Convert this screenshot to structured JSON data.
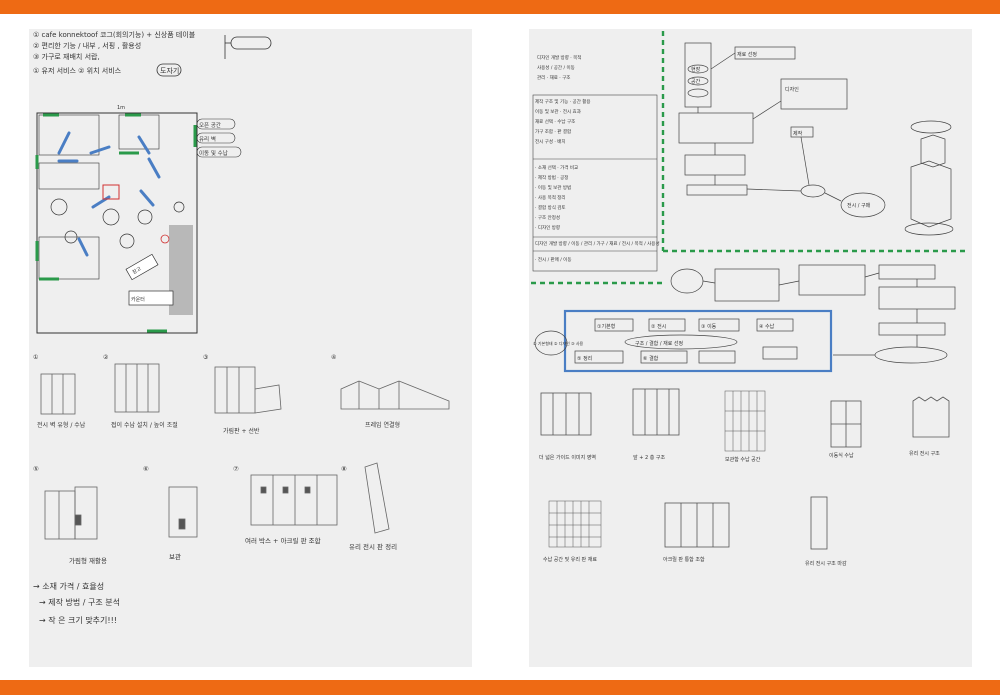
{
  "colors": {
    "band": "#ee6a14",
    "paper": "#efefef",
    "ink": "#333333",
    "blue": "#4a7ec4",
    "green": "#2a9a4a",
    "red": "#d03030"
  },
  "left_page": {
    "header": {
      "line1": "① cafe konnektoof 코그(회의기능) + 신상품 테이블",
      "line2": "② 편리한 기능 / 내부 , 서핑 , 활용성",
      "line3": "③ 가구로 재배치 서랍,",
      "line4": "① 유저 서비스  ② 위치 서비스",
      "tag": "도자기"
    },
    "floorplan_notes": [
      "오픈 공간",
      "유리 벽",
      "이동 및 수납"
    ],
    "floorplan_labels": {
      "top": "1m",
      "counter": "카운터",
      "storage": "창고"
    },
    "sketches_row1": [
      {
        "num": "①",
        "caption": "전시 벽 유형 / 수납"
      },
      {
        "num": "②",
        "caption": "접이 수납 설치 / 높이 조절"
      },
      {
        "num": "③",
        "caption": "가림판 + 선반"
      },
      {
        "num": "④",
        "caption": "프레임 연결형"
      }
    ],
    "sketches_row2": [
      {
        "num": "⑤",
        "caption": "가림형 재활용"
      },
      {
        "num": "⑥",
        "caption": "보관"
      },
      {
        "num": "⑦",
        "caption": "여러 박스 + 아크릴 판 조합"
      },
      {
        "num": "⑧",
        "caption": "유리 전시 판 정리"
      }
    ],
    "bottom_note": [
      "→ 소재 가격 / 효율성",
      "→ 제작 방법 / 구조 분석",
      "→ 작 은 크기 맞추기!!!"
    ]
  },
  "right_page": {
    "notes_block": "디자인 개발 방향 / 이동 / 관리 / 가구 / 재료 / 전시 / 목적 / 사용성",
    "flow_top": [
      "재료 선정",
      "디자인",
      "제작",
      "전시 / 구매"
    ],
    "flow_circle_labels": [
      "현장",
      "공간"
    ],
    "diagram_title": "① 기본형태 ② 디자인 ③ 사용",
    "diagram_mid": "구조 / 결합 / 재료 선정",
    "diagram_boxes": [
      "①기본형",
      "② 전시",
      "③ 이동",
      "④ 수납",
      "⑤ 정리",
      "⑥ 결합"
    ],
    "sketch_row1_captions": [
      "더 넓은 가이드 이미지 영역",
      "앞 + 2 층 구조",
      "보관함 수납 공간",
      "이동식 수납",
      "유리 전시 구조"
    ],
    "sketch_row2_captions": [
      "수납 공간 및 유리 판 재료",
      "아크릴 판 통합 조합",
      "유리 전시 구조 마감"
    ]
  }
}
